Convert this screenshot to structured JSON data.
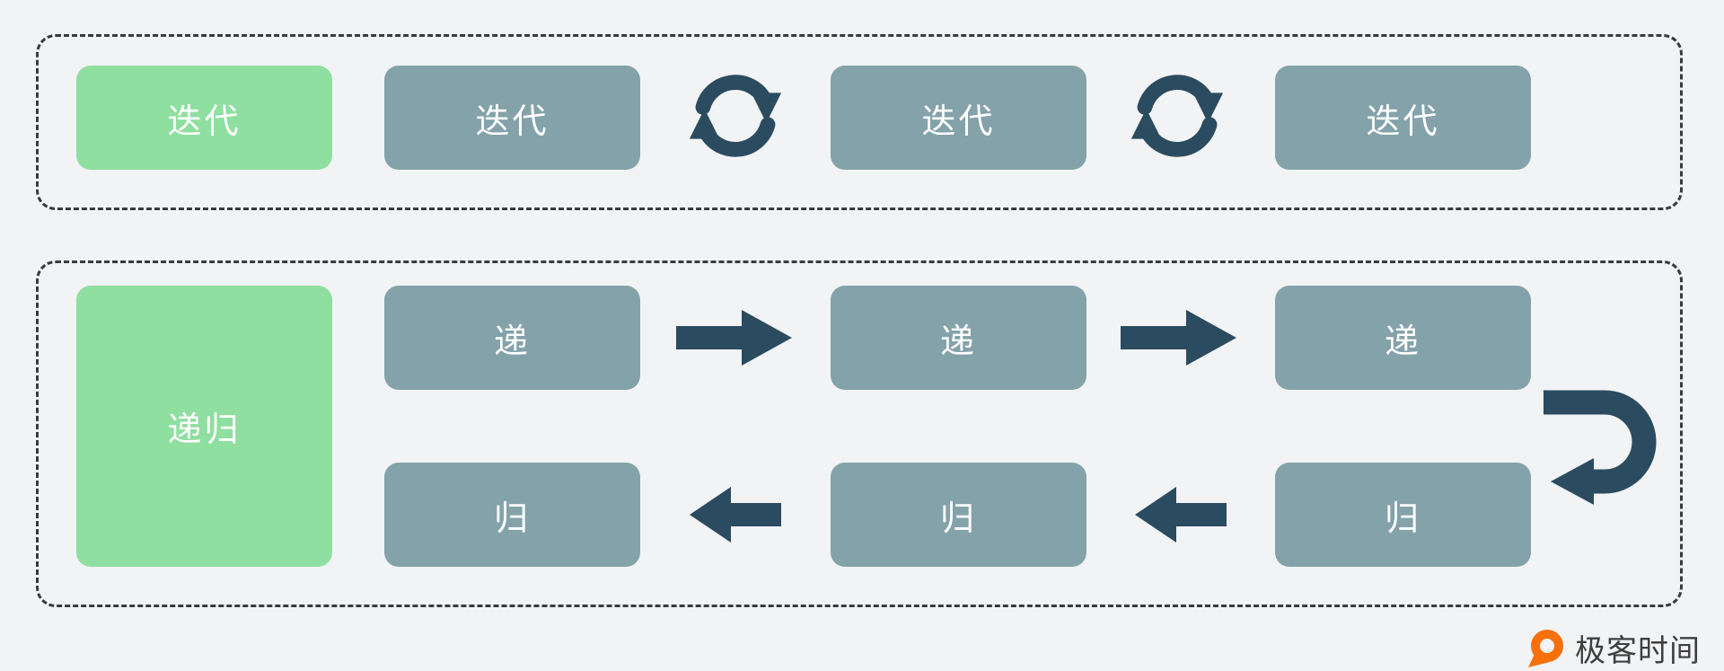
{
  "colors": {
    "background": "#F2F3F4",
    "box_green": "#8EDFA0",
    "box_gray": "#84A2AA",
    "arrow_dark": "#2B4B60",
    "border_dashed": "#3A3A3A",
    "box_text": "#FFFFFF",
    "brand_orange": "#F7700C",
    "brand_text": "#3E3E3E"
  },
  "iteration_section": {
    "label": "迭代",
    "steps": [
      "迭代",
      "迭代",
      "迭代"
    ]
  },
  "recursion_section": {
    "label": "递归",
    "forward_steps": [
      "递",
      "递",
      "递"
    ],
    "return_steps": [
      "归",
      "归",
      "归"
    ]
  },
  "branding": {
    "logo_text": "极客时间"
  }
}
